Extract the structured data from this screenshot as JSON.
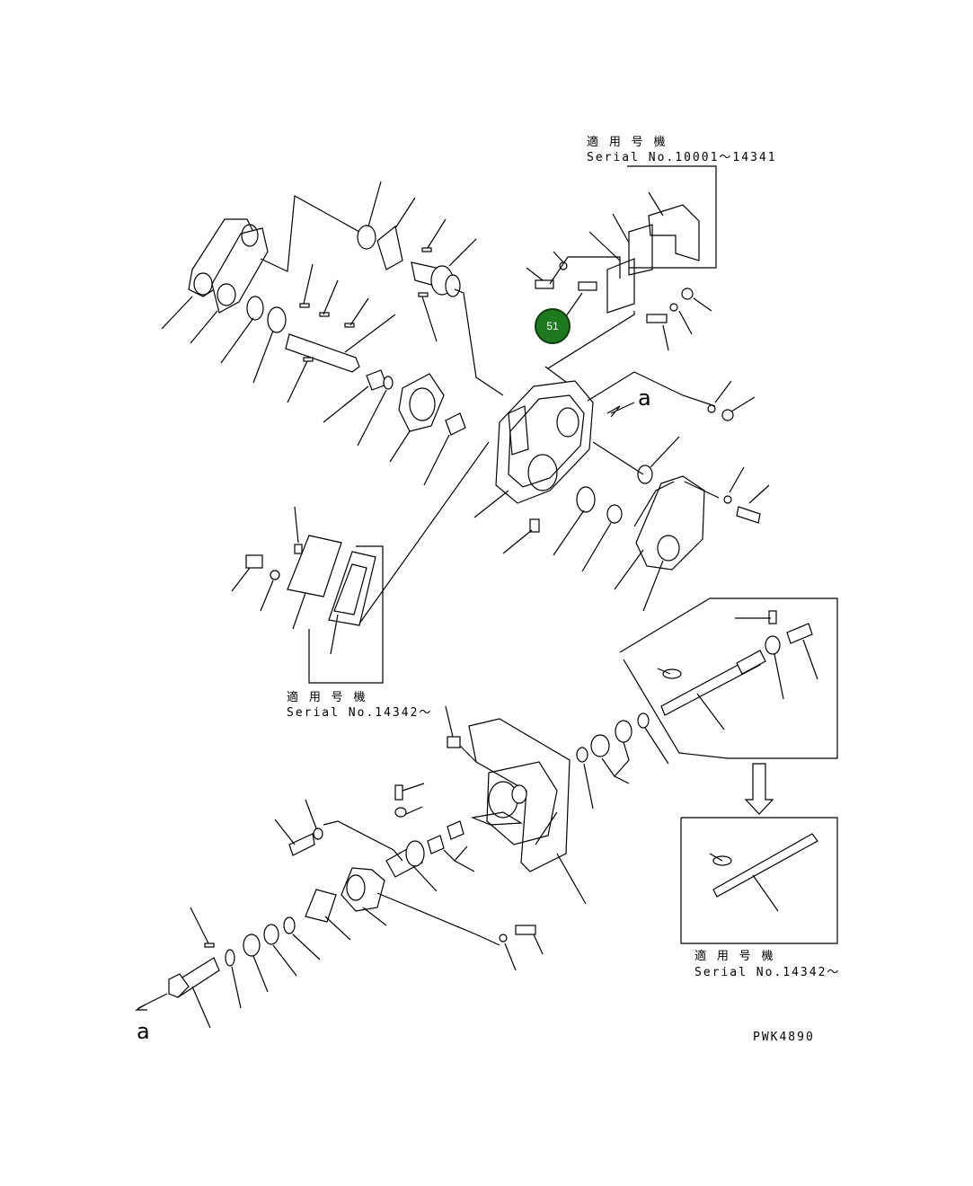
{
  "diagram": {
    "drawing_code": "PWK4890",
    "view_marker_label": "a",
    "serial_blocks": [
      {
        "jp": "適 用 号 機",
        "en": "Serial No.10001～14341"
      },
      {
        "jp": "適 用 号 機",
        "en": "Serial No.14342～"
      },
      {
        "jp": "適 用 号 機",
        "en": "Serial No.14342～"
      }
    ],
    "callouts": [
      {
        "label": "51",
        "color": "#1f7a1f"
      }
    ]
  }
}
